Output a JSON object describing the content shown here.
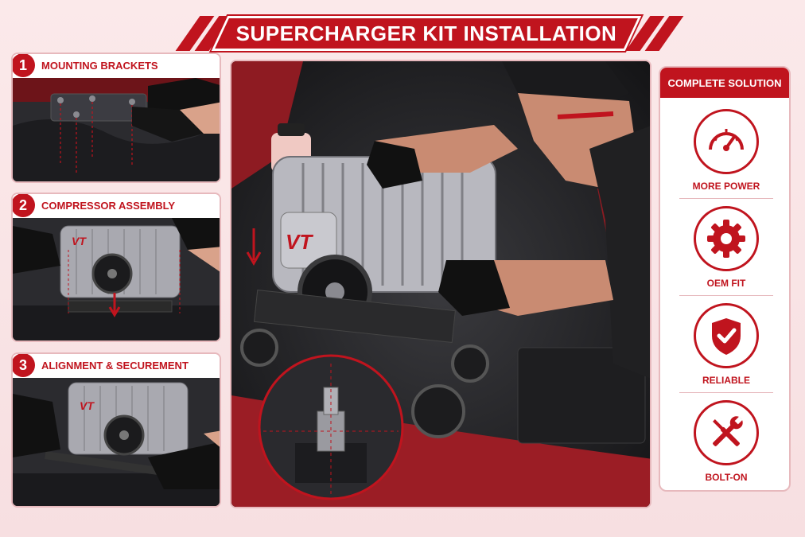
{
  "title": "SUPERCHARGER KIT INSTALLATION",
  "steps": [
    {
      "number": "1",
      "label": "MOUNTING BRACKETS"
    },
    {
      "number": "2",
      "label": "COMPRESSOR ASSEMBLY"
    },
    {
      "number": "3",
      "label": "ALIGNMENT & SECUREMENT"
    }
  ],
  "brand_mark": "VT",
  "solution": {
    "header": "COMPLETE SOLUTION",
    "features": [
      {
        "label": "MORE POWER",
        "icon": "speedometer-icon"
      },
      {
        "label": "OEM FIT",
        "icon": "gear-icon"
      },
      {
        "label": "RELIABLE",
        "icon": "shield-check-icon"
      },
      {
        "label": "BOLT-ON",
        "icon": "wrench-screwdriver-icon"
      }
    ]
  },
  "colors": {
    "accent": "#c0141e",
    "border": "#e7b9bd",
    "background": "#fbe9ea"
  }
}
